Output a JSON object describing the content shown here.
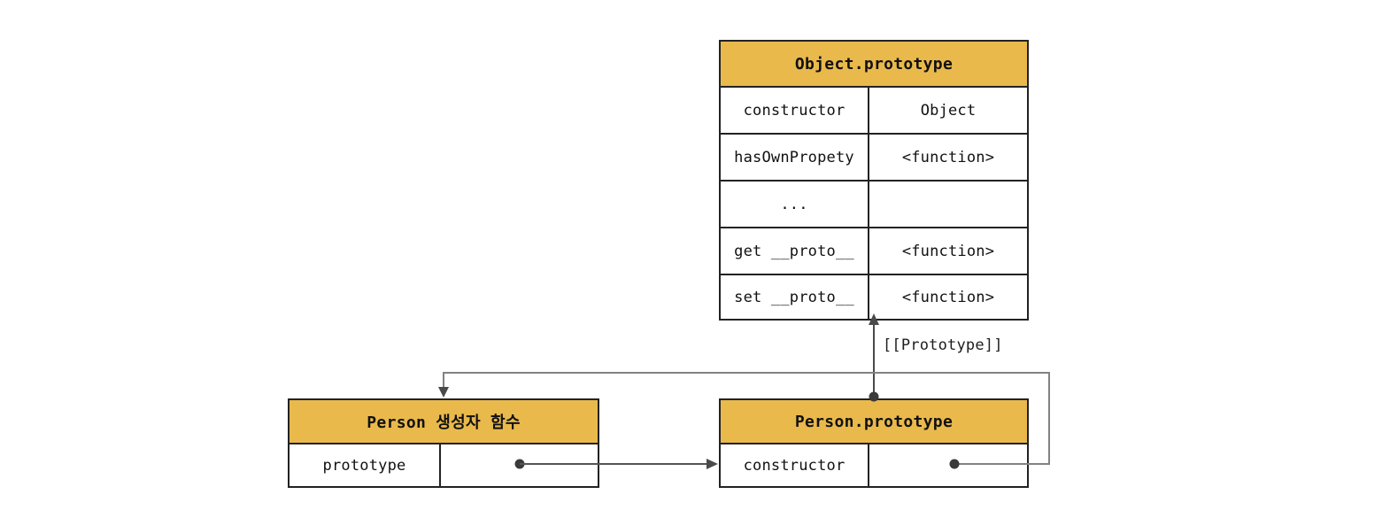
{
  "tables": {
    "object_prototype": {
      "title": "Object.prototype",
      "rows": [
        {
          "key": "constructor",
          "value": "Object"
        },
        {
          "key": "hasOwnPropety",
          "value": "<function>"
        },
        {
          "key": "...",
          "value": ""
        },
        {
          "key": "get __proto__",
          "value": "<function>"
        },
        {
          "key": "set __proto__",
          "value": "<function>"
        }
      ]
    },
    "person_constructor": {
      "title": "Person 생성자 함수",
      "rows": [
        {
          "key": "prototype",
          "value": ""
        }
      ]
    },
    "person_prototype": {
      "title": "Person.prototype",
      "rows": [
        {
          "key": "constructor",
          "value": ""
        }
      ]
    }
  },
  "labels": {
    "prototype_link": "[[Prototype]]"
  },
  "colors": {
    "header_bg": "#E9B94C",
    "table_border": "#222222",
    "arrow_dark": "#4A4A4A",
    "arrow_gray": "#828282",
    "text": "#111111",
    "background": "#FFFFFF"
  }
}
